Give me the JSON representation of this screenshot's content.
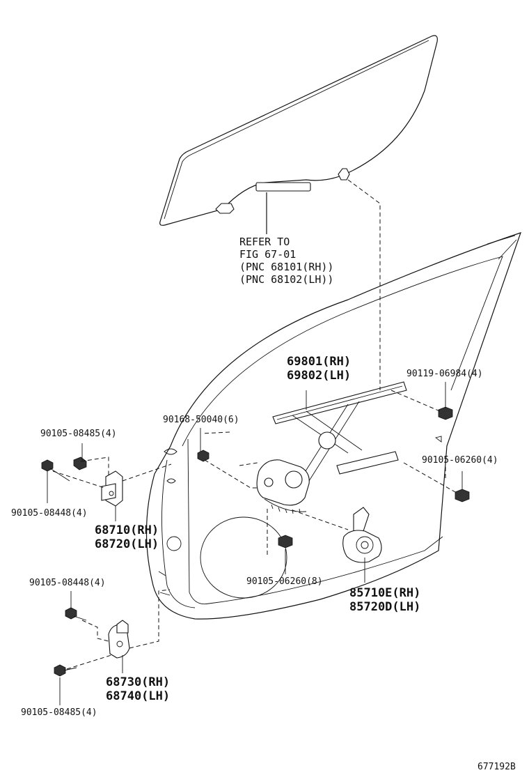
{
  "refer": {
    "line1": "REFER TO",
    "line2": "FIG 67-01",
    "line3": "(PNC 68101(RH))",
    "line4": "(PNC 68102(LH))"
  },
  "parts": {
    "regulator_rh": "69801(RH)",
    "regulator_lh": "69802(LH)",
    "bolt_90119": "90119-06984(4)",
    "bolt_90168": "90168-50040(6)",
    "bolt_upper_left": "90105-08485(4)",
    "bolt_06260_right": "90105-06260(4)",
    "bolt_08448_upper": "90105-08448(4)",
    "hinge_upper_rh": "68710(RH)",
    "hinge_upper_lh": "68720(LH)",
    "bolt_06260_lower": "90105-06260(8)",
    "motor_rh": "85710E(RH)",
    "motor_lh": "85720D(LH)",
    "bolt_08448_lower": "90105-08448(4)",
    "hinge_lower_rh": "68730(RH)",
    "hinge_lower_lh": "68740(LH)",
    "bolt_lower_left": "90105-08485(4)"
  },
  "figure_id": "677192B"
}
